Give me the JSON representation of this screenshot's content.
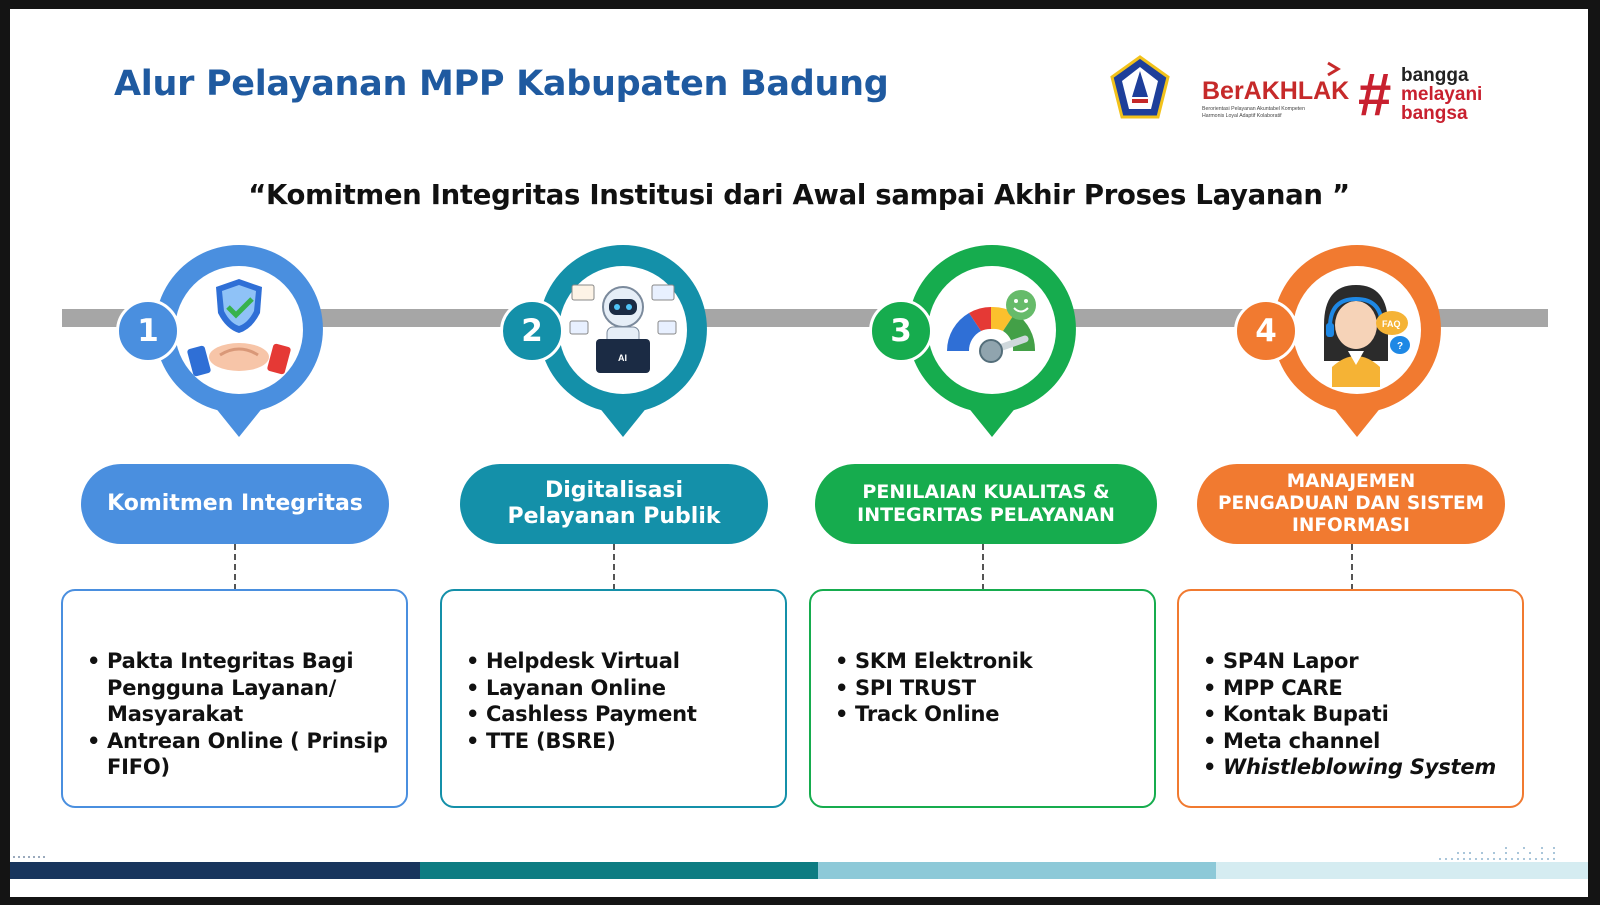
{
  "header": {
    "title": "Alur Pelayanan MPP Kabupaten Badung",
    "logos": {
      "emblem": "badung-emblem-icon",
      "berakhlak": "BerAKHLAK",
      "berakhlak_sub": "Berorientasi Pelayanan Akuntabel Kompeten Harmonis Loyal Adaptif Kolaboratif",
      "bangga": [
        "bangga",
        "melayani",
        "bangsa"
      ]
    }
  },
  "tagline": "“Komitmen  Integritas Institusi dari Awal sampai Akhir Proses Layanan ”",
  "steps": [
    {
      "number": "1",
      "label": "Komitmen Integritas",
      "icon": "shield-handshake-icon",
      "color": "#4a8fdf",
      "items": [
        "Pakta Integritas Bagi Pengguna Layanan/ Masyarakat",
        "Antrean Online ( Prinsip FIFO)"
      ]
    },
    {
      "number": "2",
      "label": "Digitalisasi\nPelayanan Publik",
      "icon": "robot-laptop-icon",
      "color": "#1490a9",
      "items": [
        "Helpdesk Virtual",
        "Layanan Online",
        "Cashless Payment",
        "TTE (BSRE)"
      ]
    },
    {
      "number": "3",
      "label": "PENILAIAN KUALITAS &\nINTEGRITAS PELAYANAN",
      "icon": "satisfaction-gauge-icon",
      "color": "#16ac4e",
      "items": [
        "SKM Elektronik",
        "SPI TRUST",
        "Track Online"
      ]
    },
    {
      "number": "4",
      "label": "MANAJEMEN\nPENGADUAN DAN SISTEM\nINFORMASI",
      "icon": "customer-service-icon",
      "color": "#f17a30",
      "items": [
        "SP4N Lapor",
        "MPP CARE",
        "Kontak Bupati",
        "Meta channel",
        "Whistleblowing System"
      ]
    }
  ],
  "footer_colors": [
    "#18355d",
    "#0d7c82",
    "#8dc9d8",
    "#d5ecf1"
  ]
}
